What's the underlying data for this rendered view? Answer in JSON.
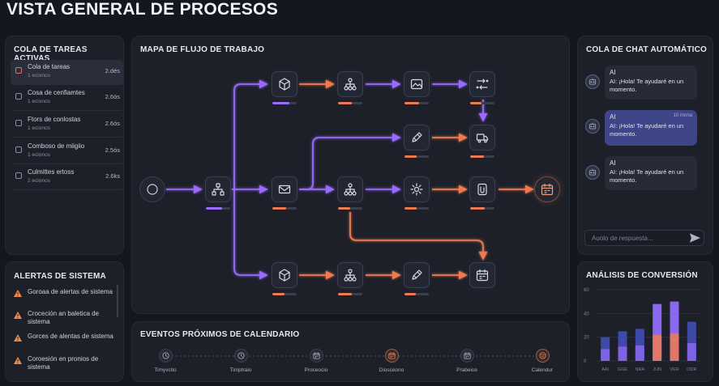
{
  "page": {
    "title": "VISTA GENERAL DE PROCESOS"
  },
  "tasks": {
    "title": "COLA DE TAREAS ACTIVAS",
    "items": [
      {
        "name": "Cola de tareas",
        "sub": "1 ecionos",
        "time": "2.dés"
      },
      {
        "name": "Cosa de cenfiamtes",
        "sub": "1 ecionos",
        "time": "2.6ós"
      },
      {
        "name": "Ftors de conlostas",
        "sub": "1 ecionos",
        "time": "2.6ós"
      },
      {
        "name": "Comboso de miigiio",
        "sub": "1 ecionos",
        "time": "2.5ós"
      },
      {
        "name": "Culmittes ertoss",
        "sub": "2 ecionos",
        "time": "2.6ks"
      }
    ]
  },
  "alerts": {
    "title": "ALERTAS DE SISTEMA",
    "items": [
      {
        "text": "Goroaa de alertas de sistema"
      },
      {
        "text": "Croceción an baletica de sistema"
      },
      {
        "text": "Gorces de alentas de sistema"
      },
      {
        "text": "Coroesión en pronios de sistema"
      }
    ],
    "warn_color": "#f08a4b"
  },
  "flow": {
    "title": "MAPA DE FLUJO DE TRABAJO",
    "colors": {
      "purple": "#9b6bff",
      "orange": "#f07a50",
      "track": "#3a3e4a"
    },
    "nodes": [
      {
        "id": "n1",
        "icon": "hierarchy-icon",
        "progress": 0.65,
        "color": "purple"
      },
      {
        "id": "n2",
        "icon": "box-icon",
        "progress": 0.7,
        "color": "purple"
      },
      {
        "id": "n3",
        "icon": "network-icon",
        "progress": 0.55,
        "color": "orange"
      },
      {
        "id": "n4",
        "icon": "image-icon",
        "progress": 0.6,
        "color": "orange"
      },
      {
        "id": "n5",
        "icon": "transfer-icon",
        "progress": 0.45,
        "color": "orange"
      },
      {
        "id": "n6",
        "icon": "pen-icon",
        "progress": 0.5,
        "color": "orange"
      },
      {
        "id": "n7",
        "icon": "truck-icon",
        "progress": 0.55,
        "color": "orange"
      },
      {
        "id": "n8",
        "icon": "mail-icon",
        "progress": 0.55,
        "color": "orange"
      },
      {
        "id": "n9",
        "icon": "network-icon",
        "progress": 0.5,
        "color": "orange"
      },
      {
        "id": "n10",
        "icon": "gear-icon",
        "progress": 0.5,
        "color": "orange"
      },
      {
        "id": "n11",
        "icon": "doc-icon",
        "progress": 0.6,
        "color": "orange"
      },
      {
        "id": "n12",
        "icon": "box-icon",
        "progress": 0.5,
        "color": "orange"
      },
      {
        "id": "n13",
        "icon": "network-icon",
        "progress": 0.55,
        "color": "orange"
      },
      {
        "id": "n14",
        "icon": "pen-icon",
        "progress": 0.45,
        "color": "orange"
      },
      {
        "id": "n15",
        "icon": "calendar-icon",
        "progress": 0.0,
        "color": "orange"
      }
    ]
  },
  "chat": {
    "title": "COLA DE CHAT AUTOMÁTICO",
    "messages": [
      {
        "who": "AI",
        "text": "AI: ¡Hola! Te ayudaré en un momento.",
        "time": ""
      },
      {
        "who": "AI",
        "text": "AI: ¡Hola! Te ayudaré en un momento.",
        "time": "10 mnna"
      },
      {
        "who": "AI",
        "text": "AI: ¡Hola! Te ayudaré en un momento.",
        "time": ""
      }
    ],
    "input_placeholder": "Auolo de respuesta..."
  },
  "calendar": {
    "title": "EVENTOS PRÓXIMOS DE CALENDARIO",
    "events": [
      {
        "label": "Timyvctio",
        "icon": "clock-icon",
        "hot": false
      },
      {
        "label": "Timptraio",
        "icon": "clock-icon",
        "hot": false
      },
      {
        "label": "Proceocio",
        "icon": "calendar-icon",
        "hot": false
      },
      {
        "label": "Diosceono",
        "icon": "calendar-icon",
        "hot": true
      },
      {
        "label": "Prabeice",
        "icon": "calendar-icon",
        "hot": false
      },
      {
        "label": "Calendur",
        "icon": "smile-icon",
        "hot": true
      }
    ]
  },
  "conversion": {
    "title": "ANÁLISIS DE CONVERSIÓN"
  },
  "chart_data": {
    "type": "bar",
    "title": "ANÁLISIS DE CONVERSIÓN",
    "categories": [
      "AAI",
      "GGE",
      "NRA",
      "JUN",
      "VER",
      "ODR"
    ],
    "series": [
      {
        "values": [
          20,
          25,
          27,
          48,
          50,
          33
        ]
      },
      {
        "values": [
          10,
          12,
          13,
          22,
          23,
          15
        ]
      }
    ],
    "yticks": [
      "0",
      "20",
      "40",
      "60"
    ],
    "ylim": [
      0,
      60
    ],
    "colors": [
      "#3f4aa8",
      "#8a68f0",
      "#f07a50"
    ]
  }
}
